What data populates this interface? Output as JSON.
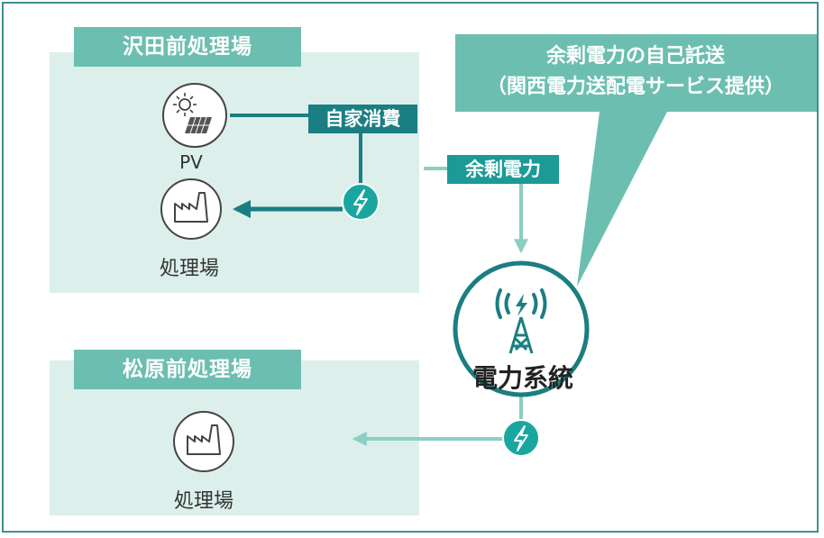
{
  "sites": {
    "sawada": {
      "title": "沢田前処理場",
      "pv_label": "PV",
      "plant_label": "処理場"
    },
    "matsubara": {
      "title": "松原前処理場",
      "plant_label": "処理場"
    }
  },
  "flows": {
    "self_consumption": "自家消費",
    "surplus": "余剰電力"
  },
  "callout": {
    "line1": "余剰電力の自己託送",
    "line2": "（関西電力送配電サービス提供）"
  },
  "grid": {
    "label": "電力系統"
  },
  "icons": {
    "pv": "solar-panel-icon",
    "plant": "factory-icon",
    "lightning": "lightning-bolt-icon",
    "tower": "transmission-tower-icon"
  },
  "colors": {
    "border": "#3f8f93",
    "panel_bg": "#dcefeb",
    "title_bg": "#6cbfb0",
    "dark_teal": "#1b7e82",
    "mid_teal": "#1b9a96",
    "light_teal": "#8ccfc2",
    "bolt": "#1aa6a0"
  }
}
